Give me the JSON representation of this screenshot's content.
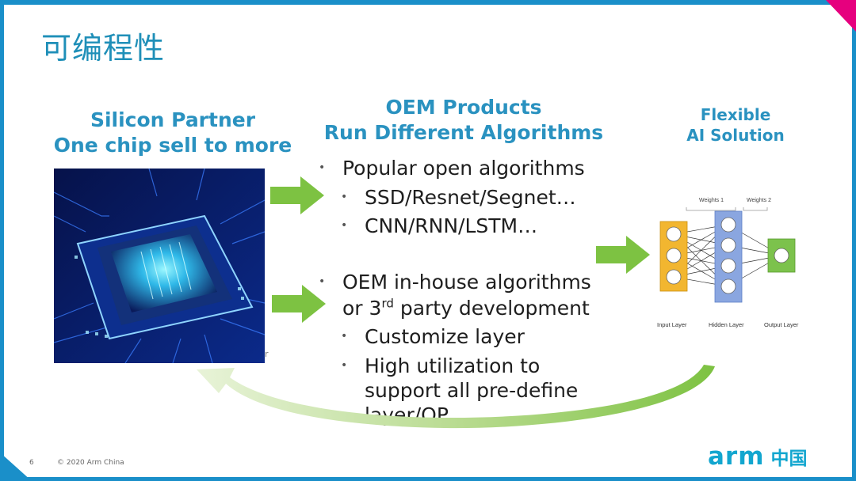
{
  "title": "可编程性",
  "silicon": {
    "line1": "Silicon Partner",
    "line2": "One chip sell to more"
  },
  "oem": {
    "line1": "OEM Products",
    "line2": "Run Different Algorithms"
  },
  "flexible": {
    "line1": "Flexible",
    "line2": "AI Solution"
  },
  "bullet_char": "•",
  "group1": {
    "main": "Popular open algorithms",
    "subs": [
      "SSD/Resnet/Segnet…",
      "CNN/RNN/LSTM…"
    ]
  },
  "group2": {
    "main_line1": "OEM in-house algorithms",
    "main_line2_pre": "or 3",
    "main_line2_sup": "rd",
    "main_line2_post": " party development",
    "sub1": "Customize layer",
    "sub2_lines": [
      "High utilization to",
      "support all pre-define",
      "layer/OP"
    ]
  },
  "nn": {
    "weights1": "Weights 1",
    "weights2": "Weights 2",
    "input": "Input Layer",
    "hidden": "Hidden Layer",
    "output": "Output Layer"
  },
  "chip_ghost": "r",
  "footer": {
    "page": "6",
    "copyright": "© 2020 Arm China"
  },
  "logo": {
    "arm": "arm",
    "cn": "中国"
  },
  "colors": {
    "accent": "#2a92c0",
    "arrow_green": "#7dc242",
    "frame": "#1a8fc9",
    "corner_pink": "#e6007e",
    "logo": "#12a6cf"
  }
}
